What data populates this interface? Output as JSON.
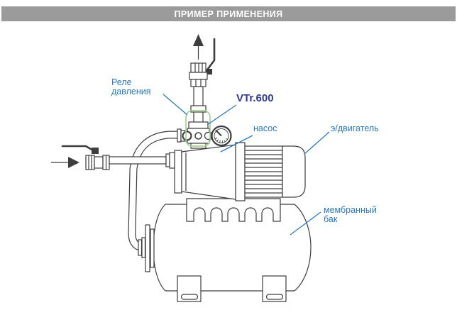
{
  "header": {
    "title": "ПРИМЕР ПРИМЕНЕНИЯ"
  },
  "colors": {
    "header_bg": "#9b9b9b",
    "header_text": "#ffffff",
    "label_blue": "#2979bd",
    "model_navy": "#2e3a8c",
    "line_dark": "#3d3d3d",
    "highlight_green": "#a8d295"
  },
  "diagram": {
    "labels": {
      "pressure_switch": "Реле давления",
      "model": "VTr.600",
      "pump": "насос",
      "motor": "э/двигатель",
      "tank": "мембранный бак"
    },
    "icons": {
      "outlet_flow": "up-arrow",
      "inlet_flow": "right-arrow"
    }
  }
}
